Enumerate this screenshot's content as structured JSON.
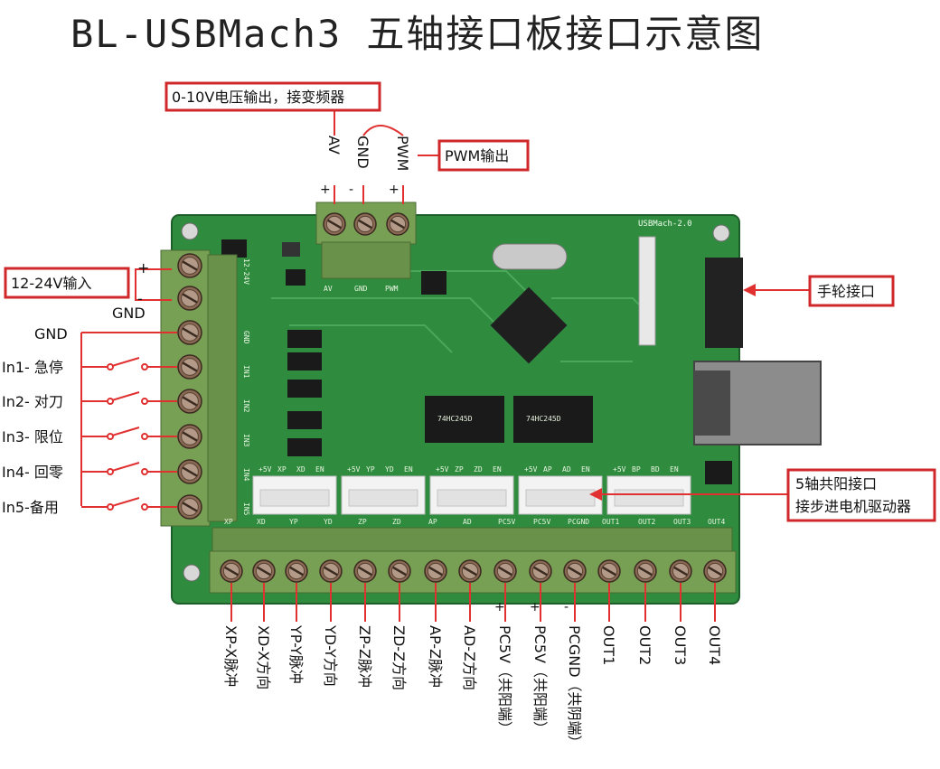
{
  "title": "BL-USBMach3 五轴接口板接口示意图",
  "callouts": {
    "voltage_output": "0-10V电压输出，接变频器",
    "pwm_output": "PWM输出",
    "power_input": "12-24V输入",
    "handwheel": "手轮接口",
    "driver_line1": "5轴共阳接口",
    "driver_line2": "接步进电机驱动器"
  },
  "top_pins": [
    {
      "label": "AV",
      "sign": "+"
    },
    {
      "label": "GND",
      "sign": "-"
    },
    {
      "label": "PWM",
      "sign": "+"
    }
  ],
  "power": {
    "plus": "+",
    "minus": "-",
    "gnd": "GND"
  },
  "left_inputs": {
    "gnd": "GND",
    "items": [
      "In1- 急停",
      "In2- 对刀",
      "In3- 限位",
      "In4- 回零",
      "In5-备用"
    ]
  },
  "bottom_pins": [
    {
      "label": "XP-X脉冲",
      "sign": ""
    },
    {
      "label": "XD-X方向",
      "sign": ""
    },
    {
      "label": "YP-Y脉冲",
      "sign": ""
    },
    {
      "label": "YD-Y方向",
      "sign": ""
    },
    {
      "label": "ZP-Z脉冲",
      "sign": ""
    },
    {
      "label": "ZD-Z方向",
      "sign": ""
    },
    {
      "label": "AP-Z脉冲",
      "sign": ""
    },
    {
      "label": "AD-Z方向",
      "sign": ""
    },
    {
      "label": "PC5V（共阳端）",
      "sign": "+"
    },
    {
      "label": "PC5V（共阳端）",
      "sign": "+"
    },
    {
      "label": "PCGND（共阴端）",
      "sign": "-"
    },
    {
      "label": "OUT1",
      "sign": ""
    },
    {
      "label": "OUT2",
      "sign": ""
    },
    {
      "label": "OUT3",
      "sign": ""
    },
    {
      "label": "OUT4",
      "sign": ""
    }
  ],
  "board": {
    "model": "USBMach-2.0",
    "bottom_silk": [
      "XP",
      "XD",
      "YP",
      "YD",
      "ZP",
      "ZD",
      "AP",
      "AD",
      "PC5V",
      "PC5V",
      "PCGND",
      "OUT1",
      "OUT2",
      "OUT3",
      "OUT4"
    ],
    "left_silk": [
      "12-24V",
      "GND",
      "IN1",
      "IN2",
      "IN3",
      "IN4",
      "IN5"
    ],
    "header_groups": [
      [
        "+5V",
        "XP",
        "XD",
        "EN"
      ],
      [
        "+5V",
        "YP",
        "YD",
        "EN"
      ],
      [
        "+5V",
        "ZP",
        "ZD",
        "EN"
      ],
      [
        "+5V",
        "AP",
        "AD",
        "EN"
      ],
      [
        "+5V",
        "BP",
        "BD",
        "EN"
      ]
    ],
    "top_silk": [
      "AV",
      "GND",
      "PWM"
    ],
    "chips": [
      "74HC245D",
      "74HC245D"
    ]
  },
  "colors": {
    "board": "#2f8b3e",
    "terminal": "#78a055",
    "callout": "#d0282a",
    "wire": "#e03030"
  }
}
